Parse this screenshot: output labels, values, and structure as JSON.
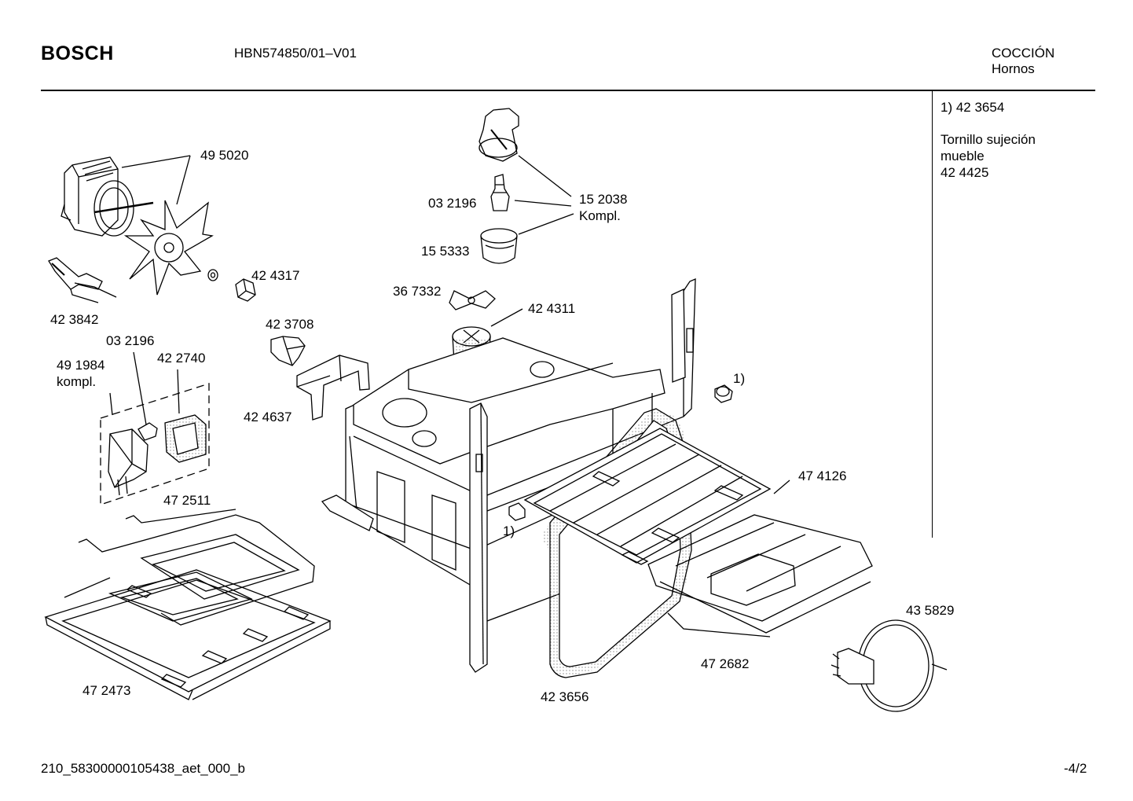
{
  "header": {
    "brand": "BOSCH",
    "model": "HBN574850/01–V01",
    "category": "COCCIÓN",
    "subcategory": "Hornos"
  },
  "side_note": {
    "footnote_ref": "1)  42 3654",
    "text_line1": "Tornillo sujeción",
    "text_line2": "mueble",
    "part_number": "42 4425"
  },
  "labels": {
    "p495020": "49 5020",
    "p152038": "15 2038",
    "kompl1": "Kompl.",
    "p032196a": "03 2196",
    "p155333": "15 5333",
    "p424317": "42 4317",
    "p423842": "42 3842",
    "p367332": "36 7332",
    "p424311": "42 4311",
    "p423708": "42 3708",
    "p032196b": "03 2196",
    "p422740": "42 2740",
    "p491984": "49 1984",
    "kompl2": "kompl.",
    "p424637": "42 4637",
    "ref1a": "1)",
    "ref1b": "1)",
    "p474126": "47 4126",
    "p472511": "47 2511",
    "p435829": "43 5829",
    "p472682": "47 2682",
    "p472473": "47 2473",
    "p423656": "42 3656"
  },
  "footer": {
    "doc_id": "210_58300000105438_aet_000_b",
    "page": "-4/2"
  }
}
